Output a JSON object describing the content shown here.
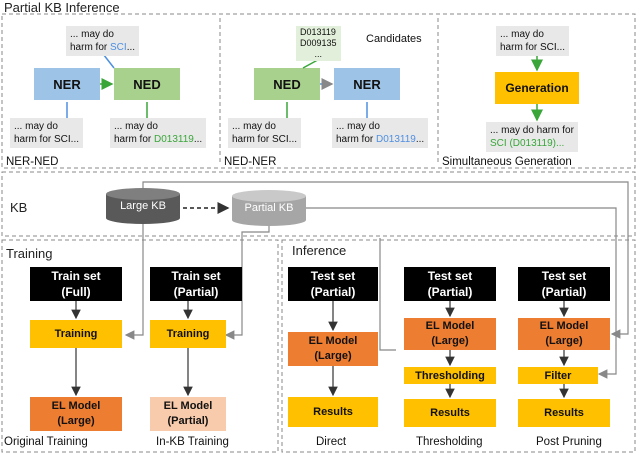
{
  "top": {
    "title": "Partial KB Inference",
    "ner_ned": {
      "caption": "NER-NED",
      "input_prefix": "... may do",
      "input_line2_prefix": "harm for ",
      "entity_mention": "SCI",
      "ellipsis": "...",
      "ner_label": "NER",
      "ned_label": "NED",
      "left_text_line1": "... may do",
      "left_text_line2": "harm for SCI...",
      "right_text_line1": "... may do",
      "right_text_line2_prefix": "harm for ",
      "right_id": "D013119",
      "right_suffix": "..."
    },
    "ned_ner": {
      "caption": "NED-NER",
      "candidates_label": "Candidates",
      "candidates": [
        "D013119",
        "D009135",
        "..."
      ],
      "ned_label": "NED",
      "ner_label": "NER",
      "left_text_line1": "... may do",
      "left_text_line2": "harm for SCI...",
      "right_text_line1": "... may do",
      "right_text_line2_prefix": "harm for ",
      "right_id": "D013119",
      "right_suffix": "..."
    },
    "simultaneous": {
      "caption": "Simultaneous Generation",
      "input_line1": "... may do",
      "input_line2": "harm for SCI...",
      "generation_label": "Generation",
      "output_line1": "... may do harm for",
      "output_line2": "SCI (D013119)..."
    }
  },
  "kb": {
    "label": "KB",
    "large_kb": "Large KB",
    "partial_kb": "Partial KB"
  },
  "training": {
    "title": "Training",
    "original": {
      "train_set_line1": "Train set",
      "train_set_line2": "(Full)",
      "training_label": "Training",
      "model_line1": "EL Model",
      "model_line2": "(Large)",
      "caption": "Original Training"
    },
    "in_kb": {
      "train_set_line1": "Train set",
      "train_set_line2": "(Partial)",
      "training_label": "Training",
      "model_line1": "EL Model",
      "model_line2": "(Partial)",
      "caption": "In-KB Training"
    }
  },
  "inference": {
    "title": "Inference",
    "direct": {
      "test_set_line1": "Test set",
      "test_set_line2": "(Partial)",
      "model_line1": "EL Model",
      "model_line2": "(Large)",
      "results_label": "Results",
      "caption": "Direct"
    },
    "thresholding": {
      "test_set_line1": "Test set",
      "test_set_line2": "(Partial)",
      "model_line1": "EL Model",
      "model_line2": "(Large)",
      "step_label": "Thresholding",
      "results_label": "Results",
      "caption": "Thresholding"
    },
    "post_pruning": {
      "test_set_line1": "Test set",
      "test_set_line2": "(Partial)",
      "model_line1": "EL Model",
      "model_line2": "(Large)",
      "step_label": "Filter",
      "results_label": "Results",
      "caption": "Post Pruning"
    }
  },
  "colors": {
    "ner_blue": "#9dc3e6",
    "ned_green": "#a9d18e",
    "generation_orange": "#ffc000",
    "model_orange": "#ed7d31",
    "model_light": "#f8cbad",
    "training_yellow": "#ffc000",
    "black_box": "#000000",
    "entity_blue": "#4f8fe0",
    "entity_green": "#3aa63a"
  }
}
